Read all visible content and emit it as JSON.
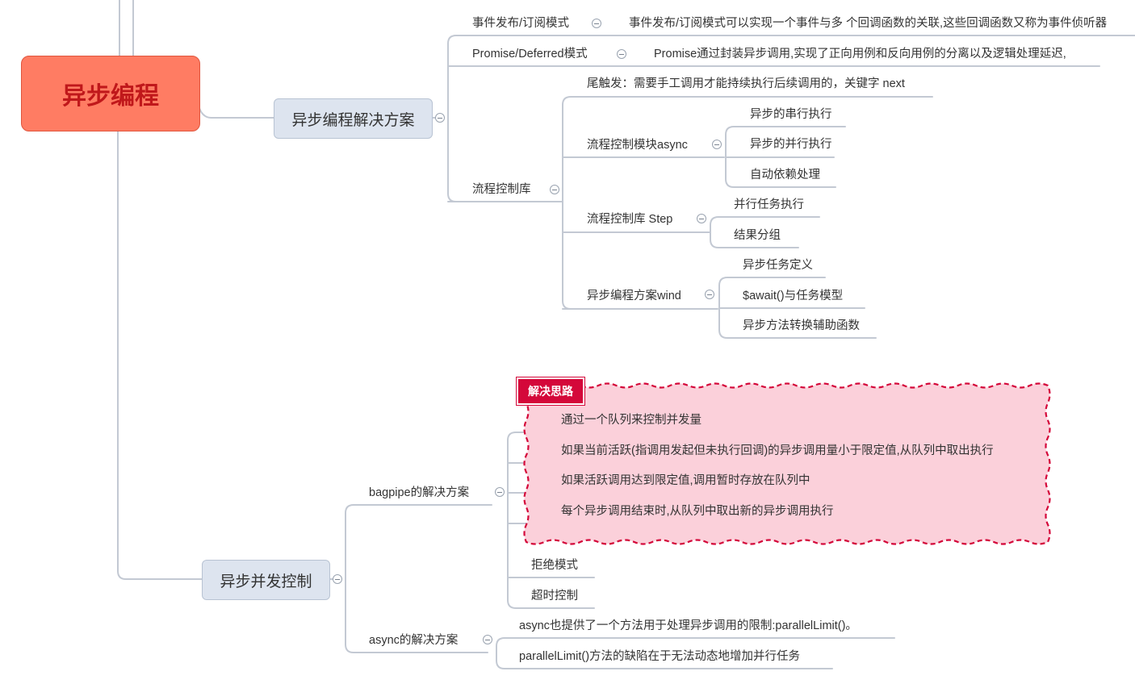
{
  "root": {
    "label": "异步编程"
  },
  "branches": {
    "solutions": {
      "label": "异步编程解决方案",
      "pubsub": {
        "label": "事件发布/订阅模式",
        "note": "事件发布/订阅模式可以实现一个事件与多 个回调函数的关联,这些回调函数又称为事件侦听器"
      },
      "promise": {
        "label": "Promise/Deferred模式",
        "note": "Promise通过封装异步调用,实现了正向用例和反向用例的分离以及逻辑处理延迟,"
      },
      "flow_lib": {
        "label": "流程控制库",
        "tail_trigger": "尾触发：需要手工调用才能持续执行后续调用的，关键字 next",
        "async_module": {
          "label": "流程控制模块async",
          "items": [
            "异步的串行执行",
            "异步的并行执行",
            "自动依赖处理"
          ]
        },
        "step": {
          "label": "流程控制库 Step",
          "items": [
            "并行任务执行",
            "结果分组"
          ]
        },
        "wind": {
          "label": "异步编程方案wind",
          "items": [
            "异步任务定义",
            "$await()与任务模型",
            "异步方法转换辅助函数"
          ]
        }
      }
    },
    "concurrency": {
      "label": "异步并发控制",
      "bagpipe": {
        "label": "bagpipe的解决方案",
        "callout_tag": "解决思路",
        "items": [
          "通过一个队列来控制并发量",
          "如果当前活跃(指调用发起但未执行回调)的异步调用量小于限定值,从队列中取出执行",
          "如果活跃调用达到限定值,调用暂时存放在队列中",
          "每个异步调用结束时,从队列中取出新的异步调用执行",
          "拒绝模式",
          "超时控制"
        ]
      },
      "async_solution": {
        "label": "async的解决方案",
        "items": [
          "async也提供了一个方法用于处理异步调用的限制:parallelLimit()。",
          "parallelLimit()方法的缺陷在于无法动态地增加并行任务"
        ]
      }
    }
  },
  "colors": {
    "root_fill": "#ff7c63",
    "root_text": "#c0181b",
    "main_fill": "#dde4ef",
    "line": "#c3c9d3",
    "callout_fill": "#fbd0da",
    "callout_border": "#d4083a"
  }
}
